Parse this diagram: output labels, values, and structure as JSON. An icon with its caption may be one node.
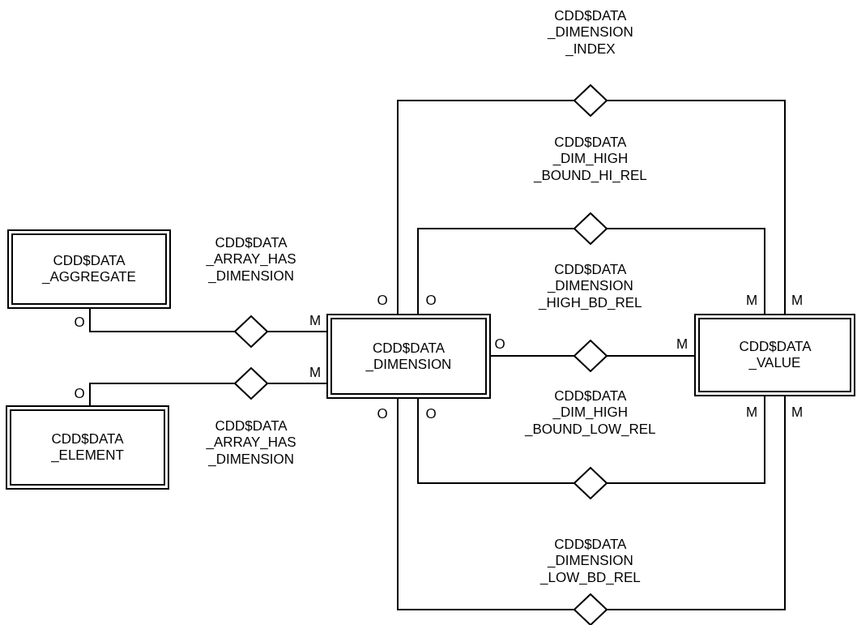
{
  "diagram": {
    "nodes": [
      {
        "text": [
          "CDD$DATA _AGGREGATE"
        ]
      },
      {
        "text": [
          "CDD$DATA _ELEMENT"
        ]
      },
      {
        "text": [
          "CDD$DATA _DIMENSION"
        ]
      },
      {
        "text": [
          "CDD$DATA _VALUE"
        ]
      },
      {
        "text": [],
        "shape": "diamond",
        "beside": [
          "CDD$DATA _ARRAY_HAS _DIMENSION"
        ]
      },
      {
        "text": [],
        "shape": "diamond",
        "beside": [
          "CDD$DATA _ARRAY_HAS _DIMENSION"
        ]
      },
      {
        "text": [],
        "shape": "diamond",
        "beside": [
          "CDD$DATA _DIMENSION _INDEX"
        ]
      },
      {
        "text": [],
        "shape": "diamond",
        "beside": [
          "CDD$DATA _DIM_HIGH _BOUND_HI_REL"
        ]
      },
      {
        "text": [],
        "shape": "diamond",
        "beside": [
          "CDD$DATA _DIMENSION _HIGH_BD_REL"
        ]
      },
      {
        "text": [],
        "shape": "diamond",
        "beside": [
          "CDD$DATA _DIM_HIGH _BOUND_LOW_REL"
        ]
      },
      {
        "text": [],
        "shape": "diamond",
        "beside": [
          "CDD$DATA _DIMENSION _LOW_BD_REL"
        ]
      }
    ],
    "edges": [
      {
        "from": 0,
        "to": 4,
        "arrow": "none",
        "label": "O"
      },
      {
        "from": 4,
        "to": 2,
        "arrow": "none",
        "label": "M"
      },
      {
        "from": 1,
        "to": 5,
        "arrow": "none",
        "label": "O"
      },
      {
        "from": 5,
        "to": 2,
        "arrow": "none",
        "label": "M"
      },
      {
        "from": 2,
        "to": 6,
        "arrow": "none",
        "label": "O"
      },
      {
        "from": 6,
        "to": 3,
        "arrow": "none",
        "label": "M"
      },
      {
        "from": 2,
        "to": 7,
        "arrow": "none",
        "label": "O"
      },
      {
        "from": 7,
        "to": 3,
        "arrow": "none",
        "label": "M"
      },
      {
        "from": 2,
        "to": 8,
        "arrow": "none",
        "label": "O"
      },
      {
        "from": 8,
        "to": 3,
        "arrow": "none",
        "label": "M"
      },
      {
        "from": 2,
        "to": 9,
        "arrow": "none",
        "label": "O"
      },
      {
        "from": 9,
        "to": 3,
        "arrow": "none",
        "label": "M"
      },
      {
        "from": 2,
        "to": 10,
        "arrow": "none",
        "label": "O"
      },
      {
        "from": 10,
        "to": 3,
        "arrow": "none",
        "label": "M"
      }
    ]
  }
}
